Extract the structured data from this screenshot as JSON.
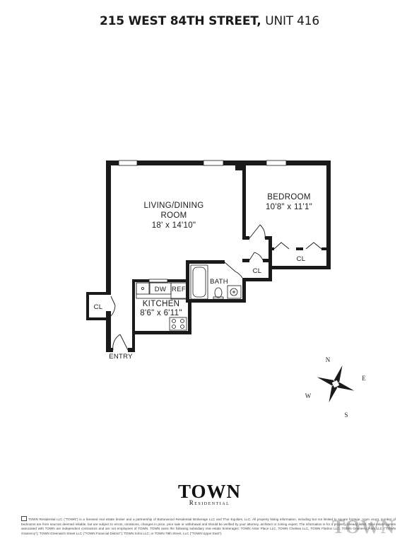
{
  "header": {
    "address": "215 WEST 84TH STREET,",
    "unit": "UNIT 416"
  },
  "rooms": {
    "living_name_1": "LIVING/DINING",
    "living_name_2": "ROOM",
    "living_dims": "18' x 14'10\"",
    "bedroom_name": "BEDROOM",
    "bedroom_dims": "10'8\" x 11'1\"",
    "kitchen_name": "KITCHEN",
    "kitchen_dims": "8'6\" x 6'11\"",
    "bath": "BATH",
    "closet_entry": "CL",
    "closet_mid": "CL",
    "closet_bedroom": "CL",
    "dishwasher": "DW",
    "refrigerator": "REF",
    "entry": "ENTRY"
  },
  "compass": {
    "n": "N",
    "e": "E",
    "s": "S",
    "w": "W"
  },
  "brand": {
    "name": "TOWN",
    "sub": "Residential"
  },
  "footer": {
    "disclaimer": "TOWN Residential LLC (\"TOWN\") is a licensed real estate broker and a partnership of Buttonwood Residential Brokerage LLC and Thor Equities, LLC. All property listing information, including but not limited to square footage, room count, number of bedrooms are from sources deemed reliable, but are subject to errors, omissions, changes in price, prior sale or withdrawal and should be verified by your attorney, architect or zoning expert. The information is for a property already listed. Real estate agents associated with TOWN are independent contractors and are not employees of TOWN. TOWN owns the following subsidiary real estate brokerages: TOWN Astor Place LLC, TOWN Chelsea LLC, TOWN Flatiron LLC, TOWN Gramercy Park LLC (\"TOWN Gramercy\"); TOWN Greenwich Street LLC (\"TOWN Financial District\"); TOWN Soho LLC; or TOWN 79th Street, LLC (\"TOWN Upper East\").",
    "watermark": "TOWN"
  },
  "colors": {
    "wall": "#1a1a1a",
    "text": "#1a1a1a"
  }
}
